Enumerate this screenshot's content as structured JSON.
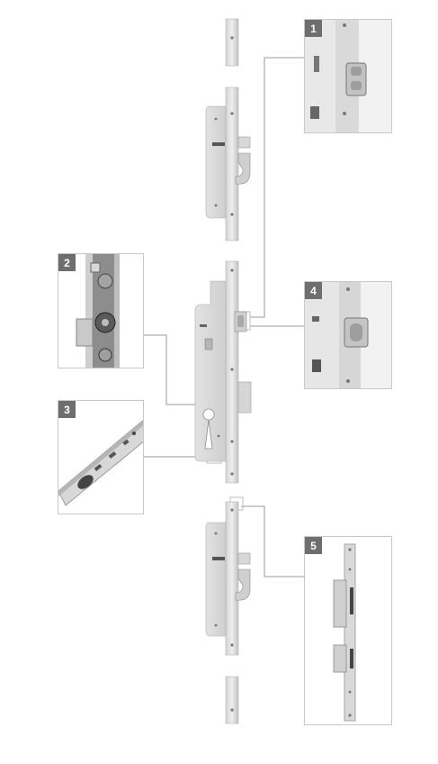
{
  "colors": {
    "badge_bg": "#6e6e6e",
    "badge_text": "#ffffff",
    "box_border": "#c9c9c9",
    "leader_line": "#9a9a9a",
    "steel_light": "#e6e6e6",
    "steel_mid": "#c8c8c8",
    "steel_dark": "#8c8c8c"
  },
  "lock_assembly": {
    "components": [
      "end-cap-top",
      "hook-bolt-top",
      "main-gearbox",
      "hook-bolt-bottom",
      "end-cap-bottom"
    ]
  },
  "details": [
    {
      "number": "1",
      "icon": "roller-cam-detail"
    },
    {
      "number": "2",
      "icon": "gearbox-internals-detail"
    },
    {
      "number": "3",
      "icon": "cylinder-cutout-detail"
    },
    {
      "number": "4",
      "icon": "roller-cam-side-detail"
    },
    {
      "number": "5",
      "icon": "keep-strike-detail"
    }
  ]
}
